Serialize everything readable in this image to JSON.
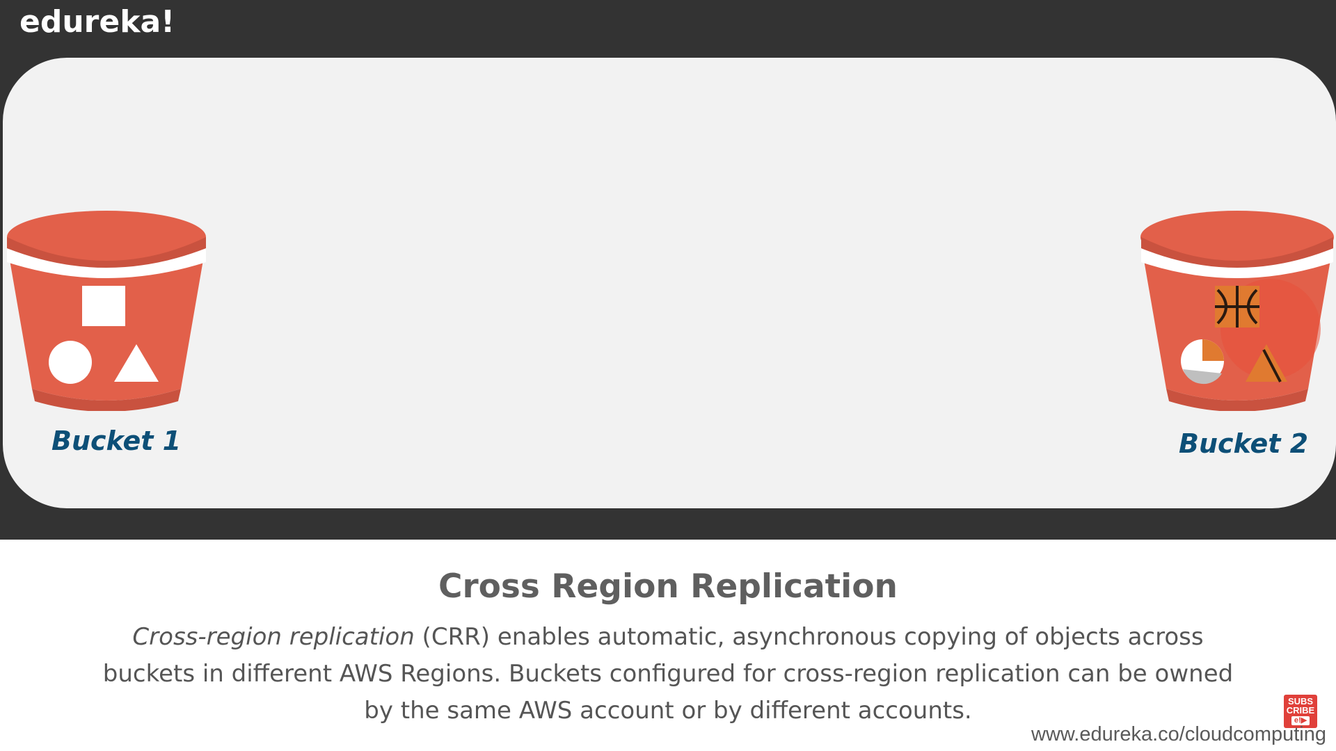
{
  "brand": {
    "logo_text": "edureka!"
  },
  "diagram": {
    "buckets": [
      {
        "label": "Bucket 1",
        "contents": [
          "square-icon",
          "circle-icon",
          "triangle-icon"
        ],
        "color": "#e2604a"
      },
      {
        "label": "Bucket 2",
        "contents": [
          "basketball-square-icon",
          "ball-circle-icon",
          "basketball-triangle-icon"
        ],
        "color": "#e2604a"
      }
    ]
  },
  "slide": {
    "title": "Cross Region Replication",
    "desc_italic": "Cross-region replication",
    "desc_line1_rest": " (CRR) enables automatic, asynchronous copying of objects across",
    "desc_line2": "buckets in different AWS Regions. Buckets configured for cross-region replication can be owned",
    "desc_line3": "by the same AWS account or by different accounts."
  },
  "footer": {
    "url": "www.edureka.co/cloudcomputing",
    "subscribe_line1": "SUBS",
    "subscribe_line2": "CRIBE",
    "subscribe_play": "e!▶"
  },
  "colors": {
    "band": "#333333",
    "panel": "#f2f2f2",
    "bucket": "#e2604a",
    "label": "#0d4f77"
  }
}
